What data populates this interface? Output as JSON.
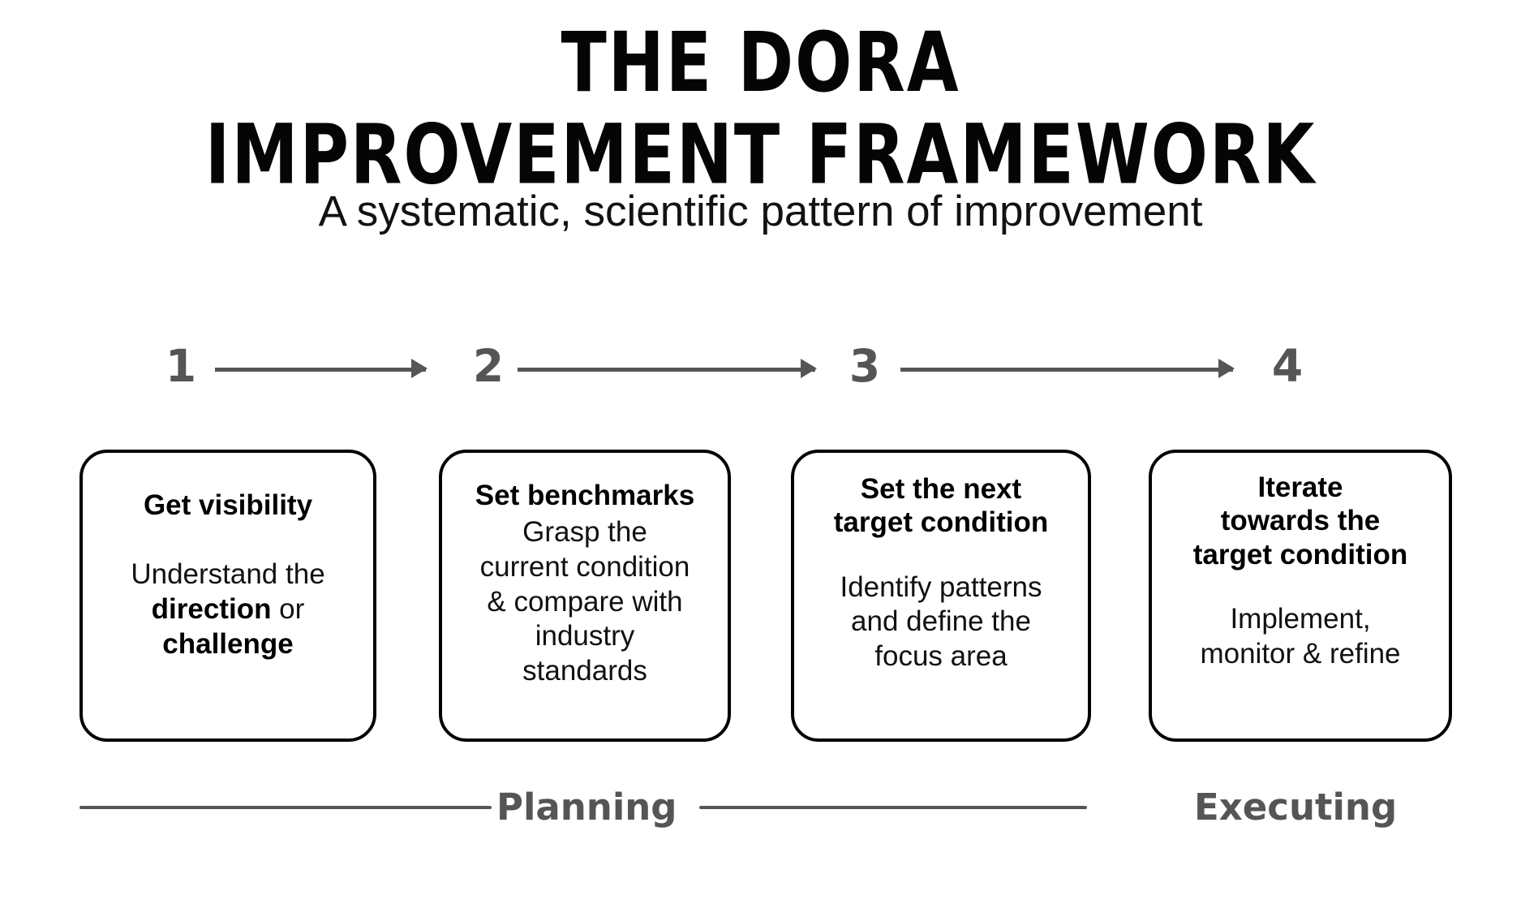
{
  "header": {
    "title_line1": "THE DORA",
    "title_line2": "IMPROVEMENT FRAMEWORK",
    "subtitle": "A systematic, scientific pattern of improvement"
  },
  "steps": [
    {
      "number": "1"
    },
    {
      "number": "2"
    },
    {
      "number": "3"
    },
    {
      "number": "4"
    }
  ],
  "cards": [
    {
      "title": "Get visibility",
      "body_before": "Understand the\n",
      "body_bold1": "direction",
      "body_mid": " or\n",
      "body_bold2": "challenge",
      "body_after": ""
    },
    {
      "title": "Set benchmarks",
      "body": "Grasp the\ncurrent condition\n& compare with\nindustry\nstandards"
    },
    {
      "title": "Set the next\ntarget condition",
      "body": "Identify patterns\nand define the\nfocus area"
    },
    {
      "title": "Iterate\ntowards the\ntarget condition",
      "body": "Implement,\nmonitor & refine"
    }
  ],
  "phases": {
    "planning_label": "Planning",
    "executing_label": "Executing"
  },
  "colors": {
    "accent_gray": "#555555",
    "card_border": "#000000",
    "text": "#000000",
    "background": "#ffffff"
  }
}
